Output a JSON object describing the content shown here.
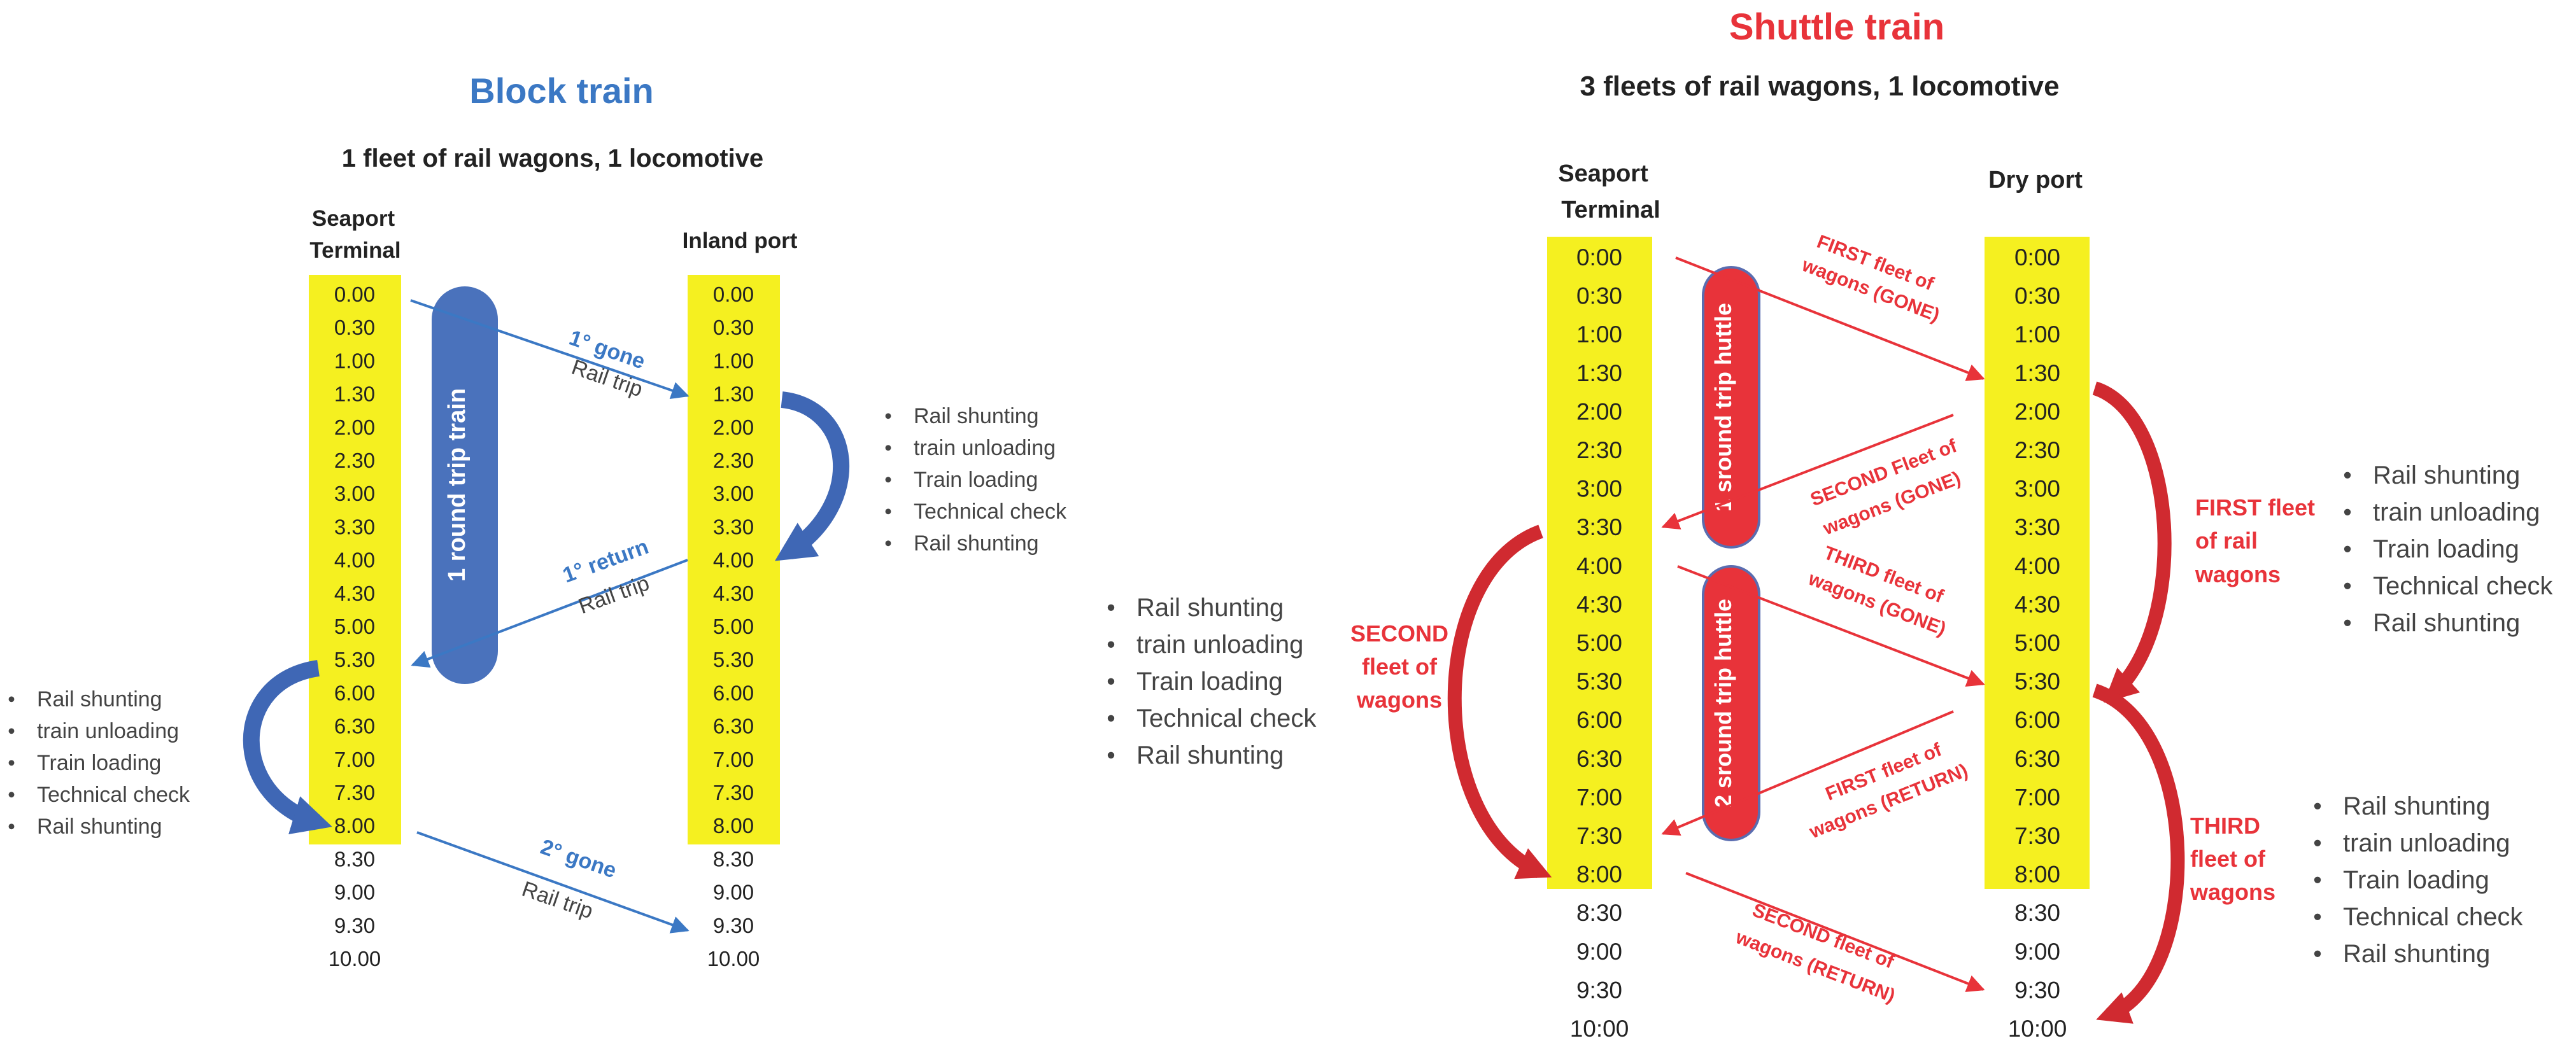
{
  "colors": {
    "highlight": "#f5f020",
    "blue": "#3b78c4",
    "blue_dark": "#2f5b9f",
    "red": "#e8333a",
    "text": "#222222"
  },
  "block_train": {
    "title": "Block train",
    "subtitle": "1 fleet of rail wagons, 1 locomotive",
    "left_header": [
      "Seaport",
      "Terminal"
    ],
    "right_header": "Inland port",
    "times": [
      "0.00",
      "0.30",
      "1.00",
      "1.30",
      "2.00",
      "2.30",
      "3.00",
      "3.30",
      "4.00",
      "4.30",
      "5.00",
      "5.30",
      "6.00",
      "6.30",
      "7.00",
      "7.30",
      "8.00",
      "8.30",
      "9.00",
      "9.30",
      "10.00"
    ],
    "pill_label": "1 round trip train",
    "trip_labels": [
      {
        "primary": "1° gone",
        "secondary": "Rail trip"
      },
      {
        "primary": "1° return",
        "secondary": "Rail trip"
      },
      {
        "primary": "2° gone",
        "secondary": "Rail trip"
      }
    ],
    "right_activities": [
      "Rail shunting",
      "train unloading",
      "Train loading",
      "Technical check",
      "Rail shunting"
    ],
    "left_activities": [
      "Rail shunting",
      "train unloading",
      "Train loading",
      "Technical check",
      "Rail shunting"
    ]
  },
  "shuttle_train": {
    "title": "Shuttle train",
    "subtitle": "3 fleets of rail wagons, 1 locomotive",
    "left_header": [
      "Seaport",
      "Terminal"
    ],
    "right_header": "Dry port",
    "times": [
      "0:00",
      "0:30",
      "1:00",
      "1:30",
      "2:00",
      "2:30",
      "3:00",
      "3:30",
      "4:00",
      "4:30",
      "5:00",
      "5:30",
      "6:00",
      "6:30",
      "7:00",
      "7:30",
      "8:00",
      "8:30",
      "9:00",
      "9:30",
      "10:00"
    ],
    "pill_labels": [
      "1 sround trip huttle",
      "2 sround trip huttle"
    ],
    "trip_labels": [
      [
        "FIRST fleet of",
        "wagons (GONE)"
      ],
      [
        "SECOND Fleet of",
        "wagons (GONE)"
      ],
      [
        "THIRD fleet of",
        "wagons (GONE)"
      ],
      [
        "FIRST fleet of",
        "wagons (RETURN)"
      ],
      [
        "SECOND fleet of",
        "wagons (RETURN)"
      ]
    ],
    "fleet_labels": {
      "first": [
        "FIRST fleet",
        "of rail",
        "wagons"
      ],
      "second": [
        "SECOND",
        "fleet of",
        "wagons"
      ],
      "third": [
        "THIRD",
        "fleet of",
        "wagons"
      ]
    },
    "activities_first": [
      "Rail shunting",
      "train unloading",
      "Train loading",
      "Technical check",
      "Rail shunting"
    ],
    "activities_second": [
      "Rail shunting",
      "train unloading",
      "Train loading",
      "Technical check",
      "Rail shunting"
    ],
    "activities_third": [
      "Rail shunting",
      "train unloading",
      "Train loading",
      "Technical check",
      "Rail shunting"
    ]
  }
}
